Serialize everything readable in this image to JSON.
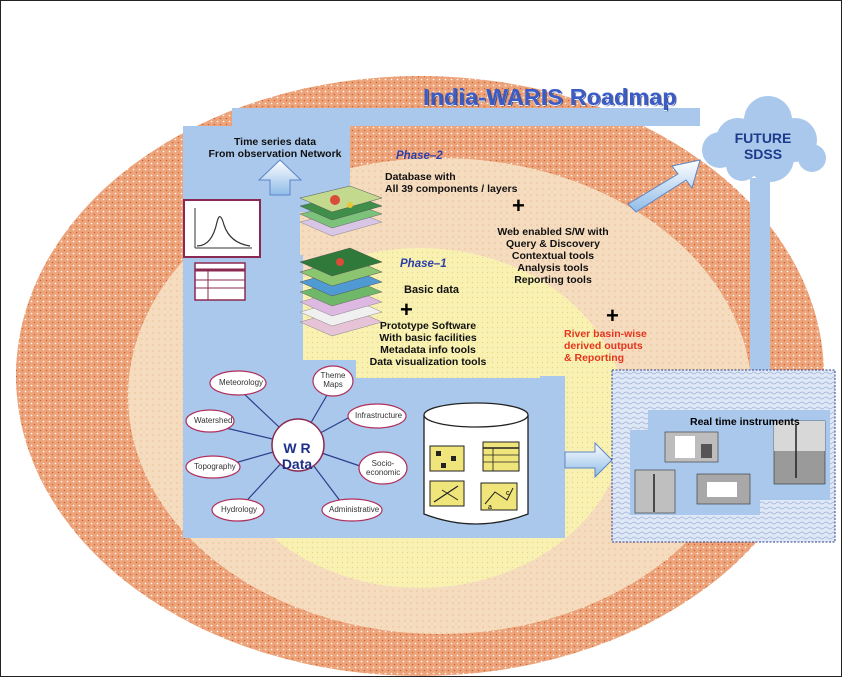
{
  "diagram": {
    "title": "India-WARIS Roadmap",
    "future": {
      "line1": "FUTURE",
      "line2": "SDSS"
    },
    "time_series": {
      "line1": "Time series data",
      "line2": "From observation Network"
    },
    "phase2": {
      "label": "Phase–2",
      "database": {
        "line1": "Database with",
        "line2": "All 39 components / layers"
      },
      "web": {
        "line1": "Web enabled S/W with",
        "line2": "Query & Discovery",
        "line3": "Contextual tools",
        "line4": "Analysis tools",
        "line5": "Reporting tools"
      }
    },
    "phase1": {
      "label": "Phase–1",
      "basic": "Basic data",
      "software": {
        "line1": "Prototype Software",
        "line2": "With basic facilities",
        "line3": "Metadata info tools",
        "line4": "Data visualization tools"
      }
    },
    "river": {
      "line1": "River basin-wise",
      "line2": "derived outputs",
      "line3": "& Reporting"
    },
    "plus": "+",
    "realtime": "Real time  instruments",
    "wr_data": {
      "line1": "W R",
      "line2": "Data"
    },
    "nodes": {
      "meteorology": "Meteorology",
      "theme_maps_1": "Theme",
      "theme_maps_2": "Maps",
      "watershed": "Watershed",
      "infrastructure": "Infrastructure",
      "topography": "Topography",
      "socio_1": "Socio-",
      "socio_2": "economic",
      "hydrology": "Hydrology",
      "administrative": "Administrative"
    },
    "colors": {
      "outer_ring": "#e9a478",
      "middle": "#f6dcbf",
      "inner": "#f8f1b2",
      "panel_blue": "#a9c8ec",
      "arrow": "#9fc6ec",
      "node_border": "#b0305c",
      "wr_title": "#1e2f8a",
      "river_text": "#e4361f"
    }
  }
}
